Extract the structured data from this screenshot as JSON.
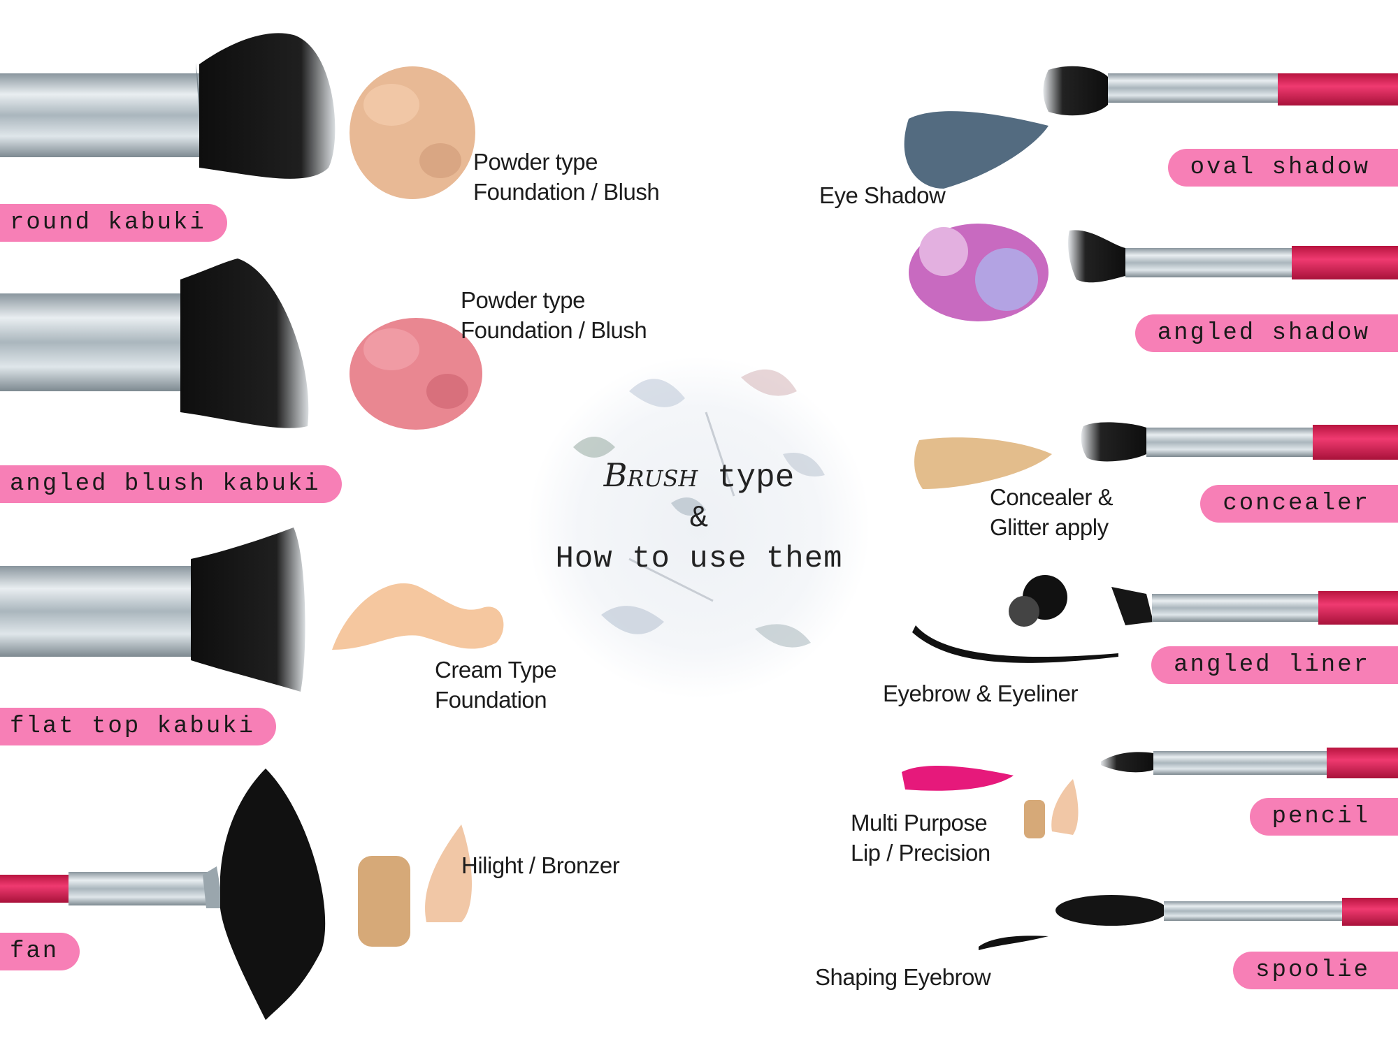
{
  "title": {
    "word1": "Brush",
    "word2": "type",
    "amp": "&",
    "line3": "How to use them"
  },
  "brushes": [
    {
      "name": "round kabuki",
      "use": [
        "Powder type",
        "Foundation / Blush"
      ]
    },
    {
      "name": "angled blush kabuki",
      "use": [
        "Powder type",
        "Foundation / Blush"
      ]
    },
    {
      "name": "flat top kabuki",
      "use": [
        "Cream Type",
        "Foundation"
      ]
    },
    {
      "name": "fan",
      "use": [
        "Hilight / Bronzer"
      ]
    },
    {
      "name": "oval shadow",
      "use": [
        "Eye Shadow"
      ]
    },
    {
      "name": "angled shadow",
      "use": []
    },
    {
      "name": "concealer",
      "use": [
        "Concealer &",
        "Glitter apply"
      ]
    },
    {
      "name": "angled liner",
      "use": [
        "Eyebrow  & Eyeliner"
      ]
    },
    {
      "name": "pencil",
      "use": [
        "Multi Purpose",
        "Lip / Precision"
      ]
    },
    {
      "name": "spoolie",
      "use": [
        "Shaping Eyebrow"
      ]
    }
  ],
  "colors": {
    "label_bg": "#f77fb6",
    "handle_pink": "#d8245a",
    "ferrule_silver": "#b9c5cc",
    "bristle_black": "#1a1a1a"
  }
}
